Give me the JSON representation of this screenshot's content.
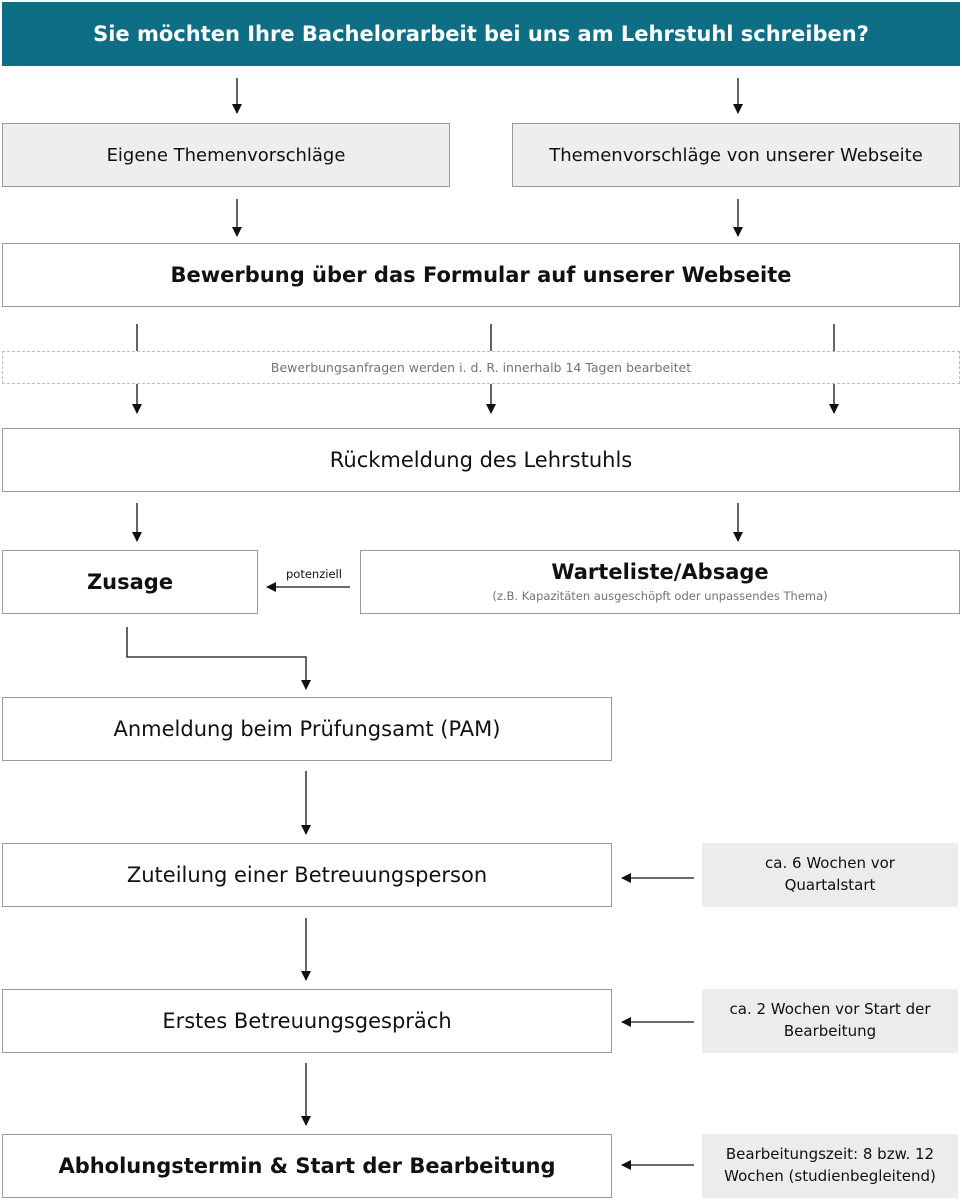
{
  "header": {
    "title": "Sie möchten Ihre Bachelorarbeit bei uns am Lehrstuhl schreiben?"
  },
  "options": {
    "own": "Eigene Themenvorschläge",
    "website": "Themenvorschläge von unserer Webseite"
  },
  "application": {
    "title": "Bewerbung über das Formular auf unserer Webseite",
    "processing_note": "Bewerbungsanfragen werden i. d. R. innerhalb 14 Tagen bearbeitet"
  },
  "feedback": {
    "title": "Rückmeldung des Lehrstuhls"
  },
  "acceptance": {
    "title": "Zusage"
  },
  "waitlist": {
    "title": "Warteliste/Absage",
    "subtitle": "(z.B. Kapazitäten ausgeschöpft oder unpassendes Thema)",
    "arrow_label": "potenziell"
  },
  "steps": {
    "registration": "Anmeldung beim Prüfungsamt (PAM)",
    "assignment": "Zuteilung einer Betreuungsperson",
    "first_meeting": "Erstes Betreuungsgespräch",
    "start": "Abholungstermin & Start der Bearbeitung"
  },
  "notes": {
    "assignment_line1": "ca. 6 Wochen vor",
    "assignment_line2": "Quartalstart",
    "meeting_line1": "ca. 2 Wochen vor Start der",
    "meeting_line2": "Bearbeitung",
    "duration_line1": "Bearbeitungszeit: 8 bzw. 12",
    "duration_line2": "Wochen (studienbegleitend)"
  },
  "colors": {
    "header_bg": "#0e6e86",
    "header_text": "#ffffff",
    "option_bg": "#eeeeee",
    "note_bg": "#ececec",
    "note_text": "#6c757d"
  }
}
